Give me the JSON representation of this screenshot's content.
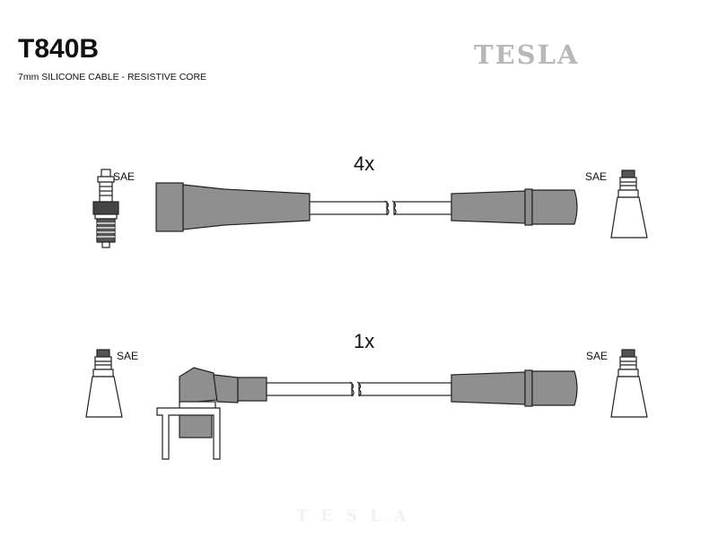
{
  "header": {
    "part_number": "T840B",
    "description": "7mm SILICONE CABLE - RESISTIVE CORE",
    "brand": "TESLA"
  },
  "leads": [
    {
      "quantity": "4x",
      "left_connector": "SAE",
      "right_connector": "SAE",
      "left_end": "spark-plug-straight-boot",
      "right_end": "coil-straight-boot"
    },
    {
      "quantity": "1x",
      "left_connector": "SAE",
      "right_connector": "SAE",
      "left_end": "angled-boot-with-bracket",
      "right_end": "straight-boot"
    }
  ],
  "colors": {
    "boot_fill": "#8f8f8f",
    "outline": "#222222",
    "brand": "#b8b8b8"
  }
}
